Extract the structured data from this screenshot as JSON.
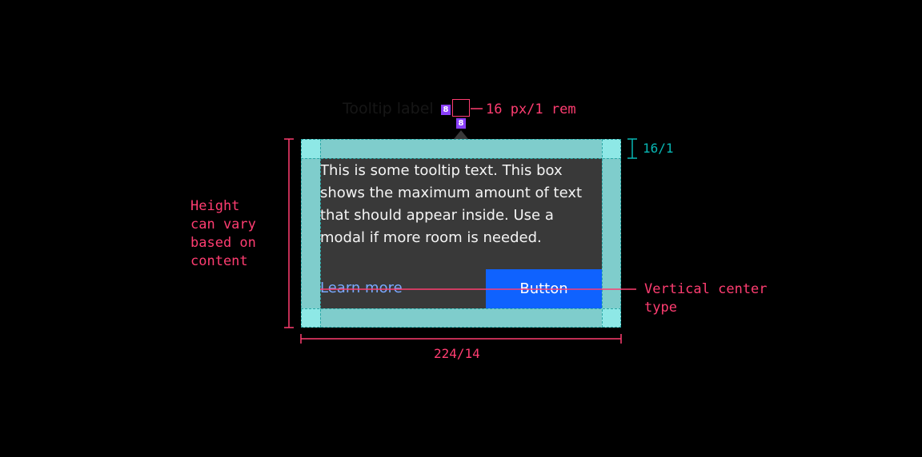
{
  "tooltip": {
    "label": "Tooltip label",
    "body": "This is some tooltip text. This box shows the maximum amount of text that should appear inside. Use a modal if more room is needed.",
    "link_label": "Learn more",
    "button_label": "Button"
  },
  "annotations": {
    "spacing_badge_left": "8",
    "spacing_badge_bottom": "8",
    "spacing_label": "16 px/1 rem",
    "padding_label": "16/1",
    "height_label": "Height can vary based on content",
    "height_lines": [
      "Height",
      "can vary",
      "based on",
      "content"
    ],
    "center_label_lines": [
      "Vertical center",
      "type"
    ],
    "width_label": "224/14"
  },
  "colors": {
    "background": "#000000",
    "tooltip_bg": "#393939",
    "padding_fill": "#7fcdcc",
    "padding_corner": "#8ee8e6",
    "annotation_pink": "#ff3d71",
    "annotation_teal": "#08b7b4",
    "badge_purple": "#8a3ffc",
    "button_blue": "#0f62fe",
    "link_blue": "#78a9ff"
  }
}
